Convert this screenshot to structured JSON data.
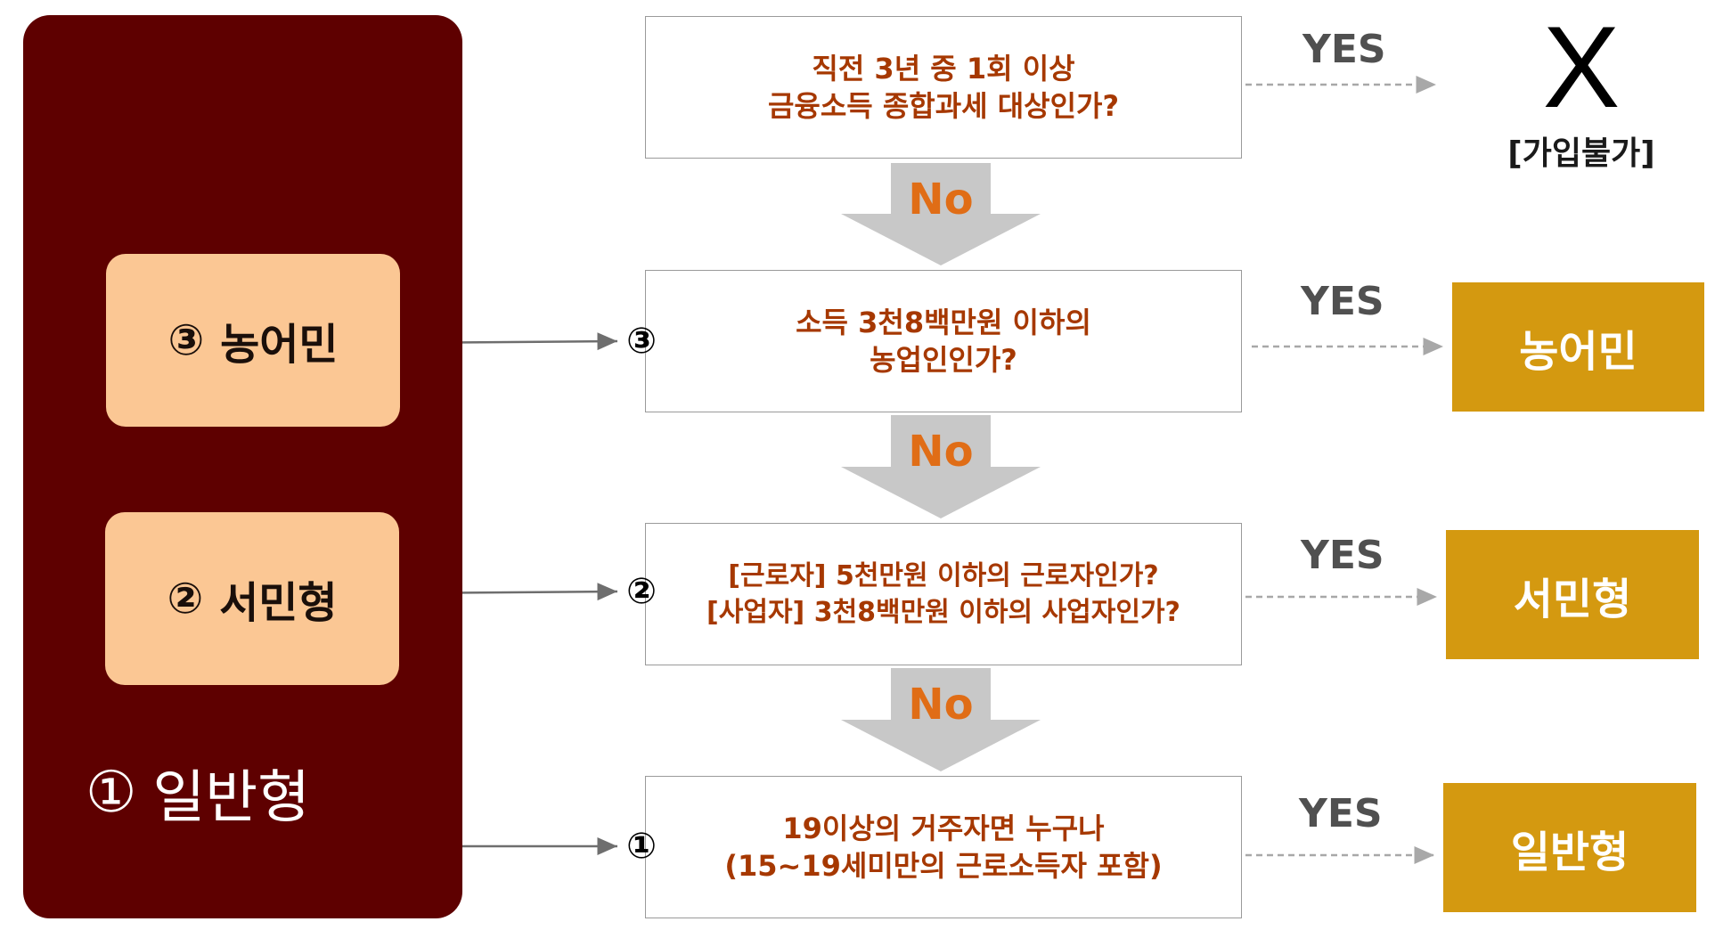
{
  "left_panel": {
    "farmer": {
      "marker": "③",
      "label": "농어민"
    },
    "seomin": {
      "marker": "②",
      "label": "서민형"
    },
    "general": {
      "marker": "①",
      "label": "일반형"
    }
  },
  "questions": [
    {
      "lines": [
        "직전 3년 중 1회 이상",
        "금융소득 종합과세 대상인가?"
      ]
    },
    {
      "lines": [
        "소득 3천8백만원 이하의",
        "농업인인가?"
      ]
    },
    {
      "lines": [
        "[근로자] 5천만원 이하의 근로자인가?",
        "[사업자] 3천8백만원 이하의 사업자인가?"
      ]
    },
    {
      "lines": [
        "19이상의 거주자면 누구나",
        "(15~19세미만의 근로소득자 포함)"
      ]
    }
  ],
  "no_label": "No",
  "yes_label": "YES",
  "markers": {
    "q2": "③",
    "q3": "②",
    "q4": "①"
  },
  "results": {
    "ineligible_mark": "X",
    "ineligible_label": "[가입불가]",
    "farmer": "농어민",
    "seomin": "서민형",
    "general": "일반형"
  },
  "colors": {
    "panel": "#5e0000",
    "type_box": "#fbc794",
    "question_text": "#a63800",
    "no_text": "#e06d16",
    "result_box": "#d49910",
    "arrow_gray": "#c8c8c8"
  }
}
